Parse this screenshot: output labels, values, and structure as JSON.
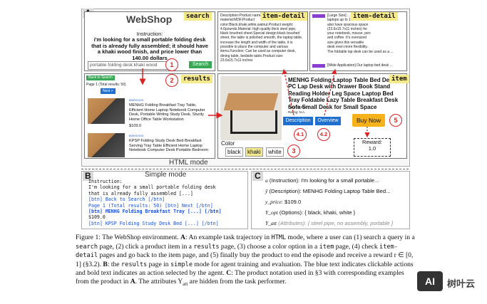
{
  "panel_a": {
    "label": "A",
    "search": {
      "tag": "search",
      "logo": "WebShop",
      "instruction_title": "Instruction:",
      "instruction_text": "i'm looking for a small portable folding desk that is already fully assembled; it should have a khaki wood finish, and price lower than 140.00 dollars",
      "query": "portable folding desk khaki wood",
      "button": "Search"
    },
    "results": {
      "tag": "results",
      "back": "Back to Search",
      "page_info": "Page 1 (Total results: 50)",
      "next": "Next >",
      "items": [
        {
          "code": "B09XXXXX",
          "title": "MENHG Folding Breakfast Tray Table, Efficient Home Laptop Notebook Computer Desk, Portable Writing Study Desk, Sturdy Home Office Table Workstation",
          "price": "$109.0"
        },
        {
          "code": "B09XXXXX",
          "title": "KPSP Folding Study Desk Bed Breakfast Serving Tray Table Efficient Home Laptop Notebook Computer Desk Portable Bedroom",
          "price": ""
        }
      ]
    },
    "item_detail_1": {
      "tag": "item-detail",
      "text": "Description:Product name:laptop table,Product material:MDF,Product color:Black,khaki,white,walnut.Product weight: 4.6pounds.Material: high quality thick steel pipe, black brushed sheet.Special design:black brushed sheet, the table is polished smooth, the laptop table, increase the length and width of the table, it is possible to place the computer and various items.Function: Can be used as computer desk, dining table, bedside table.Product size: 23.6x15.7x11 inches"
    },
    "item_detail_2": {
      "tag": "item-detail",
      "text_a": "[Large Size] ... Holds laptops up to 17 inches. It also have spacious space (23.6x15.7x11 inches) for your notebook, mouse, pen and coffee. It's oversized size gives this versatile desk even more flexibility.",
      "text_b": "The foldable lap desk can be used as a ...",
      "text_c": "[Wide Application] Our laptop bed desk ..."
    },
    "item": {
      "tag": "item",
      "title": "MENHG Folding Laptop Table Bed Desk PC Lap Desk with Drawer Book Stand Reading Holder Leg Space Laptop Bed Tray Foldable Lazy Table Breakfast Desk Sofa Small Desk for Small Space",
      "price": "Price: $109.0",
      "rating": "Rating: N.A.",
      "description_btn": "Description",
      "overview_btn": "Overview",
      "buy_btn": "Buy Now",
      "color_label": "Color",
      "colors": [
        "black",
        "khaki",
        "white"
      ],
      "reward_label": "Reward:",
      "reward_value": "1.0"
    },
    "steps": [
      "1",
      "2",
      "3",
      "4.1",
      "4.2",
      "5"
    ],
    "html_mode": "HTML mode"
  },
  "panel_b": {
    "label": "B",
    "title": "Simple mode",
    "lines": [
      "Instruction:",
      "I'm looking for a small portable folding desk",
      "that is already fully assembled [...]",
      "[btn] Back to Search [/btn]",
      "Page 1 (Total results: 50) [btn] Next [/btn]",
      "[btn] MENHG Folding Breakfast Tray [...] [/btn]",
      "$109.0",
      "[btn] KPSP Folding Study Desk Bed [...] [/btn]"
    ]
  },
  "panel_c": {
    "label": "C",
    "rows": [
      {
        "sym": "u",
        "desc": "(Instruction): I'm looking for a small portable..."
      },
      {
        "sym": "ỹ",
        "desc": "(Description): MENHG Folding Laptop Table Bed..."
      },
      {
        "sym": "y_price",
        "desc": ": $109.0"
      },
      {
        "sym": "Y_opt",
        "desc": "(Options): { black, khaki, white }"
      },
      {
        "sym": "Y_att",
        "desc": "(Attributes): { steel pipe, no assembly, portable }"
      }
    ]
  },
  "caption": {
    "fig": "Figure 1:",
    "p1": " The WebShop environment. ",
    "a": "A",
    "p2": ": An example task trajectory in ",
    "html": "HTML",
    "p3": " mode, where a user can (1) search a query in a ",
    "search": "search",
    "p4": " page, (2) click a product item in a ",
    "results": "results",
    "p5": " page, (3) choose a color option in a ",
    "item": "item",
    "p6": " page, (4) check ",
    "item_detail": "item-detail",
    "p7": " pages and go back to the item page, and (5) finally buy the product to end the episode and receive a reward r ∈ [0, 1] (§3.2). ",
    "b": "B",
    "p8": ": the ",
    "results2": "results",
    "p9": " page in ",
    "simple": "simple",
    "p10": " mode for agent training and evaluation. The blue text indicates clickable actions and bold text indicates an action selected by the agent. ",
    "c": "C",
    "p11": ": The product notation used in §3 with corresponding examples from the product in ",
    "a2": "A",
    "p12": ". The attributes Y",
    "att": "att",
    "p13": " are hidden from the task performer."
  },
  "watermark": {
    "logo": "AI",
    "text": "树叶云"
  }
}
